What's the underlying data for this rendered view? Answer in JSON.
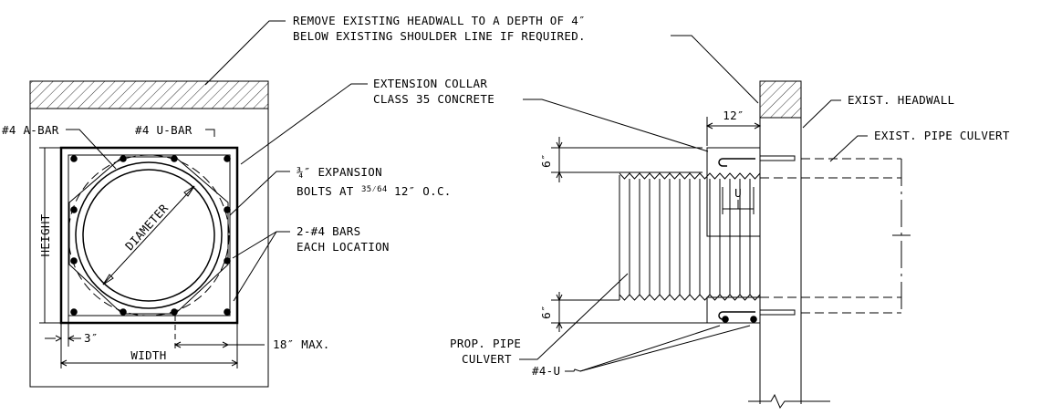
{
  "notes": {
    "remove_line1": "REMOVE EXISTING HEADWALL TO A DEPTH OF 4″",
    "remove_line2": "BELOW EXISTING SHOULDER LINE IF REQUIRED.",
    "collar_line1": "EXTENSION COLLAR",
    "collar_line2": "CLASS 35 CONCRETE",
    "expansion_line1": "¾″ EXPANSION",
    "expansion_line2_a": "BOLTS AT",
    "expansion_line2_frac": "35⁄64",
    "expansion_line2_b": "12″ O.C.",
    "bars_line1": "2-#4 BARS",
    "bars_line2": "EACH LOCATION",
    "a_bar": "#4 A-BAR",
    "u_bar": "#4 U-BAR",
    "exist_headwall": "EXIST. HEADWALL",
    "exist_pipe": "EXIST. PIPE CULVERT",
    "prop_pipe_line1": "PROP. PIPE",
    "prop_pipe_line2": "CULVERT",
    "u4": "#4-U"
  },
  "dimensions": {
    "height": "HEIGHT",
    "diameter": "DIAMETER",
    "width": "WIDTH",
    "three_in": "3″",
    "max18": "18″ MAX.",
    "twelve_in": "12″",
    "six_top": "6″",
    "six_bottom": "6″",
    "u": "U"
  }
}
